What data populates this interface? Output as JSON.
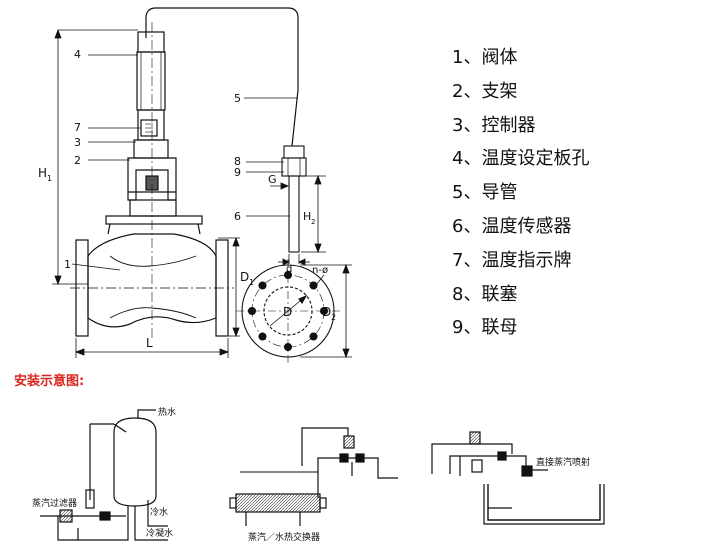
{
  "legend": [
    "1、阀体",
    "2、支架",
    "3、控制器",
    "4、温度设定板孔",
    "5、导管",
    "6、温度传感器",
    "7、温度指示牌",
    "8、联塞",
    "9、联母"
  ],
  "callouts": {
    "n4": "4",
    "n7": "7",
    "n3": "3",
    "n2": "2",
    "n1": "1",
    "n5": "5",
    "n8": "8",
    "n9": "9",
    "n6": "6"
  },
  "dimensions": {
    "H1": "H",
    "H1_sub": "1",
    "H2": "H",
    "H2_sub": "2",
    "D1": "D",
    "D1_sub": "1",
    "D2": "D",
    "D2_sub": "2",
    "D": "D",
    "L": "L",
    "G": "G",
    "d": "d",
    "n_phi": "n-ø"
  },
  "install": {
    "title": "安装示意图:",
    "hot_water": "热水",
    "filter": "蒸汽过滤器",
    "cold_water": "冷水",
    "condensate": "冷凝水",
    "exchanger": "蒸汽／水热交换器",
    "direct_spray": "直接蒸汽喷射"
  }
}
